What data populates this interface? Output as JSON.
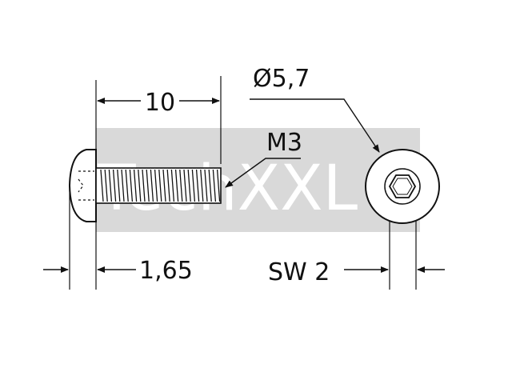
{
  "watermark": {
    "text": "TechXXL",
    "color": "#d9d9d9"
  },
  "dimensions": {
    "length": "10",
    "diameter": "Ø5,7",
    "thread": "M3",
    "head_height": "1,65",
    "key_size": "SW 2"
  },
  "colors": {
    "line": "#111111",
    "background": "#ffffff"
  }
}
